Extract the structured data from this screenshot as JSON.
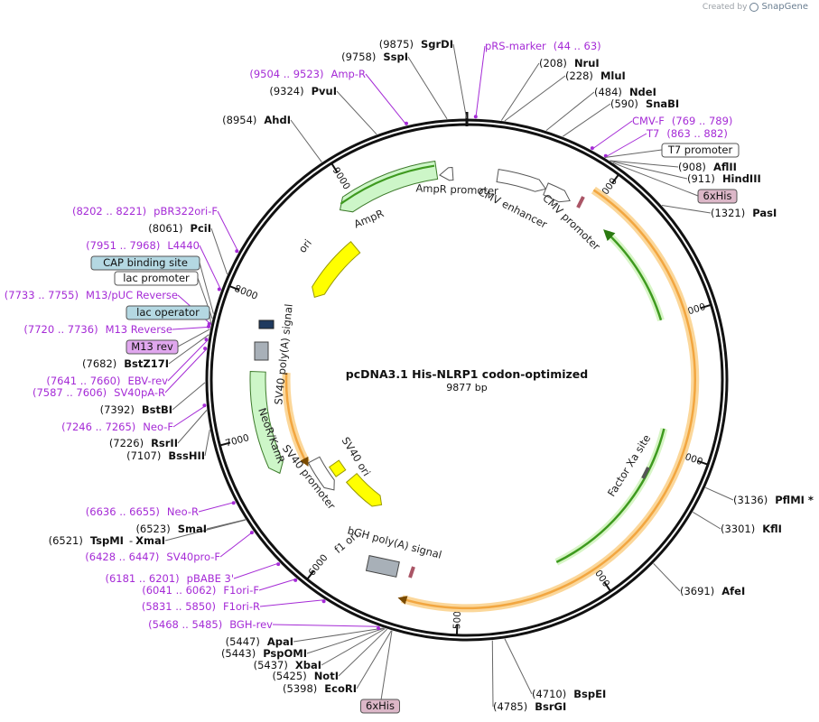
{
  "credit": {
    "created_by": "Created by",
    "brand": "SnapGene"
  },
  "plasmid": {
    "name": "pcDNA3.1 His-NLRP1 codon-optimized",
    "length_label": "9877 bp",
    "length": 9877
  },
  "colors": {
    "primer": "#a52bd6",
    "orange_orf": "#f2a640",
    "green_arrow": "#3e9a1f",
    "ampr_fill": "#cdf6c8",
    "yellow_feature": "#ffff00",
    "grey_box": "#a8b0b8",
    "blue_box": "#b4d8e2",
    "pink_box": "#dcb7c8",
    "magenta_box": "#e0a7ee"
  },
  "ticks": [
    {
      "pos": 1000,
      "label": "1000"
    },
    {
      "pos": 2000,
      "label": "2000"
    },
    {
      "pos": 3000,
      "label": "3000"
    },
    {
      "pos": 4000,
      "label": "4000"
    },
    {
      "pos": 5000,
      "label": "5000"
    },
    {
      "pos": 6000,
      "label": "6000"
    },
    {
      "pos": 7000,
      "label": "7000"
    },
    {
      "pos": 8000,
      "label": "8000"
    },
    {
      "pos": 9000,
      "label": "9000"
    }
  ],
  "features": [
    {
      "label": "AmpR promoter",
      "start": 9670,
      "end": 9770,
      "strand": -1,
      "style": "promoter"
    },
    {
      "label": "AmpR",
      "start": 8870,
      "end": 9650,
      "strand": -1,
      "style": "ampr"
    },
    {
      "label": "CMV enhancer",
      "start": 235,
      "end": 615,
      "strand": 1,
      "style": "promoter"
    },
    {
      "label": "CMV promoter",
      "start": 616,
      "end": 820,
      "strand": 1,
      "style": "promoter"
    },
    {
      "label": "ori",
      "start": 8190,
      "end": 8780,
      "strand": -1,
      "style": "yellow"
    },
    {
      "label": "SV40 poly(A) signal",
      "start": 7500,
      "end": 7640,
      "strand": -1,
      "style": "box"
    },
    {
      "label": "NeoR/KanR",
      "start": 6680,
      "end": 7470,
      "strand": -1,
      "style": "neo"
    },
    {
      "label": "SV40 promoter",
      "start": 6320,
      "end": 6650,
      "strand": -1,
      "style": "promoter"
    },
    {
      "label": "SV40 ori",
      "start": 6500,
      "end": 6640,
      "strand": 0,
      "style": "yellowsq"
    },
    {
      "label": "f1 ori",
      "start": 5880,
      "end": 6300,
      "strand": -1,
      "style": "yellow"
    },
    {
      "label": "bGH poly(A) signal",
      "start": 5500,
      "end": 5720,
      "strand": 0,
      "style": "box"
    },
    {
      "label": "Factor Xa site",
      "start": 3420,
      "end": 3435,
      "strand": 0,
      "style": "small"
    }
  ],
  "orfs": [
    {
      "start": 925,
      "end": 5390,
      "strand": 1
    },
    {
      "start": 6660,
      "end": 7470,
      "strand": -1
    }
  ],
  "labels": [
    {
      "pos": "(9875)",
      "name": "SgrDI",
      "kind": "enzyme",
      "site": 9875
    },
    {
      "pos": "(9758)",
      "name": "SspI",
      "kind": "enzyme",
      "site": 9758
    },
    {
      "pos": "(9504 .. 9523)",
      "name": "Amp-R",
      "kind": "primer",
      "site": 9513
    },
    {
      "pos": "(9324)",
      "name": "PvuI",
      "kind": "enzyme",
      "site": 9324
    },
    {
      "pos": "(8954)",
      "name": "AhdI",
      "kind": "enzyme",
      "site": 8954
    },
    {
      "pos": "(44 .. 63)",
      "name": "pRS-marker",
      "kind": "primer",
      "site": 53
    },
    {
      "pos": "(208)",
      "name": "NruI",
      "kind": "enzyme",
      "site": 208
    },
    {
      "pos": "(228)",
      "name": "MluI",
      "kind": "enzyme",
      "site": 228
    },
    {
      "pos": "(484)",
      "name": "NdeI",
      "kind": "enzyme",
      "site": 484
    },
    {
      "pos": "(590)",
      "name": "SnaBI",
      "kind": "enzyme",
      "site": 590
    },
    {
      "pos": "(769 .. 789)",
      "name": "CMV-F",
      "kind": "primer",
      "site": 779
    },
    {
      "pos": "(863 .. 882)",
      "name": "T7",
      "kind": "primer",
      "site": 872
    },
    {
      "pos": "",
      "name": "T7 promoter",
      "kind": "box-white",
      "site": 872
    },
    {
      "pos": "(908)",
      "name": "AflII",
      "kind": "enzyme",
      "site": 908
    },
    {
      "pos": "(911)",
      "name": "HindIII",
      "kind": "enzyme",
      "site": 911
    },
    {
      "pos": "",
      "name": "6xHis",
      "kind": "box-pink",
      "site": 930
    },
    {
      "pos": "(1321)",
      "name": "PasI",
      "kind": "enzyme",
      "site": 1321
    },
    {
      "pos": "(3136)",
      "name": "PflMI *",
      "kind": "enzyme",
      "site": 3136
    },
    {
      "pos": "(3301)",
      "name": "KflI",
      "kind": "enzyme",
      "site": 3301
    },
    {
      "pos": "(3691)",
      "name": "AfeI",
      "kind": "enzyme",
      "site": 3691
    },
    {
      "pos": "(4710)",
      "name": "BspEI",
      "kind": "enzyme",
      "site": 4710
    },
    {
      "pos": "(4785)",
      "name": "BsrGI",
      "kind": "enzyme",
      "site": 4785
    },
    {
      "pos": "",
      "name": "6xHis",
      "kind": "box-pink",
      "site": 5395
    },
    {
      "pos": "(5398)",
      "name": "EcoRI",
      "kind": "enzyme",
      "site": 5398
    },
    {
      "pos": "(5425)",
      "name": "NotI",
      "kind": "enzyme",
      "site": 5425
    },
    {
      "pos": "(5437)",
      "name": "XbaI",
      "kind": "enzyme",
      "site": 5437
    },
    {
      "pos": "(5443)",
      "name": "PspOMI",
      "kind": "enzyme",
      "site": 5443
    },
    {
      "pos": "(5447)",
      "name": "ApaI",
      "kind": "enzyme",
      "site": 5447
    },
    {
      "pos": "(5468 .. 5485)",
      "name": "BGH-rev",
      "kind": "primer",
      "site": 5476
    },
    {
      "pos": "(5831 .. 5850)",
      "name": "F1ori-R",
      "kind": "primer",
      "site": 5840
    },
    {
      "pos": "(6041 .. 6062)",
      "name": "F1ori-F",
      "kind": "primer",
      "site": 6051
    },
    {
      "pos": "(6181 .. 6201)",
      "name": "pBABE 3'",
      "kind": "primer",
      "site": 6191
    },
    {
      "pos": "(6428 .. 6447)",
      "name": "SV40pro-F",
      "kind": "primer",
      "site": 6437
    },
    {
      "pos": "(6521)",
      "name": "TspMI",
      "kind": "enzyme-pair",
      "name2": "XmaI",
      "site": 6521
    },
    {
      "pos": "(6523)",
      "name": "SmaI",
      "kind": "enzyme",
      "site": 6523
    },
    {
      "pos": "(6636 .. 6655)",
      "name": "Neo-R",
      "kind": "primer",
      "site": 6645
    },
    {
      "pos": "(7107)",
      "name": "BssHII",
      "kind": "enzyme",
      "site": 7107
    },
    {
      "pos": "(7226)",
      "name": "RsrII",
      "kind": "enzyme",
      "site": 7226
    },
    {
      "pos": "(7246 .. 7265)",
      "name": "Neo-F",
      "kind": "primer",
      "site": 7255
    },
    {
      "pos": "(7392)",
      "name": "BstBI",
      "kind": "enzyme",
      "site": 7392
    },
    {
      "pos": "(7587 .. 7606)",
      "name": "SV40pA-R",
      "kind": "primer",
      "site": 7596
    },
    {
      "pos": "(7641 .. 7660)",
      "name": "EBV-rev",
      "kind": "primer",
      "site": 7650
    },
    {
      "pos": "(7682)",
      "name": "BstZ17I",
      "kind": "enzyme",
      "site": 7682
    },
    {
      "pos": "",
      "name": "M13 rev",
      "kind": "box-magenta",
      "site": 7715
    },
    {
      "pos": "(7720 .. 7736)",
      "name": "M13 Reverse",
      "kind": "primer",
      "site": 7728
    },
    {
      "pos": "",
      "name": "lac operator",
      "kind": "box-blue",
      "site": 7745
    },
    {
      "pos": "(7733 .. 7755)",
      "name": "M13/pUC Reverse",
      "kind": "primer",
      "site": 7744
    },
    {
      "pos": "",
      "name": "lac promoter",
      "kind": "box-white",
      "site": 7780
    },
    {
      "pos": "",
      "name": "CAP binding site",
      "kind": "box-blue",
      "site": 7810
    },
    {
      "pos": "(7951 .. 7968)",
      "name": "L4440",
      "kind": "primer",
      "site": 7960
    },
    {
      "pos": "(8061)",
      "name": "PciI",
      "kind": "enzyme",
      "site": 8061
    },
    {
      "pos": "(8202 .. 8221)",
      "name": "pBR322ori-F",
      "kind": "primer",
      "site": 8211
    }
  ]
}
